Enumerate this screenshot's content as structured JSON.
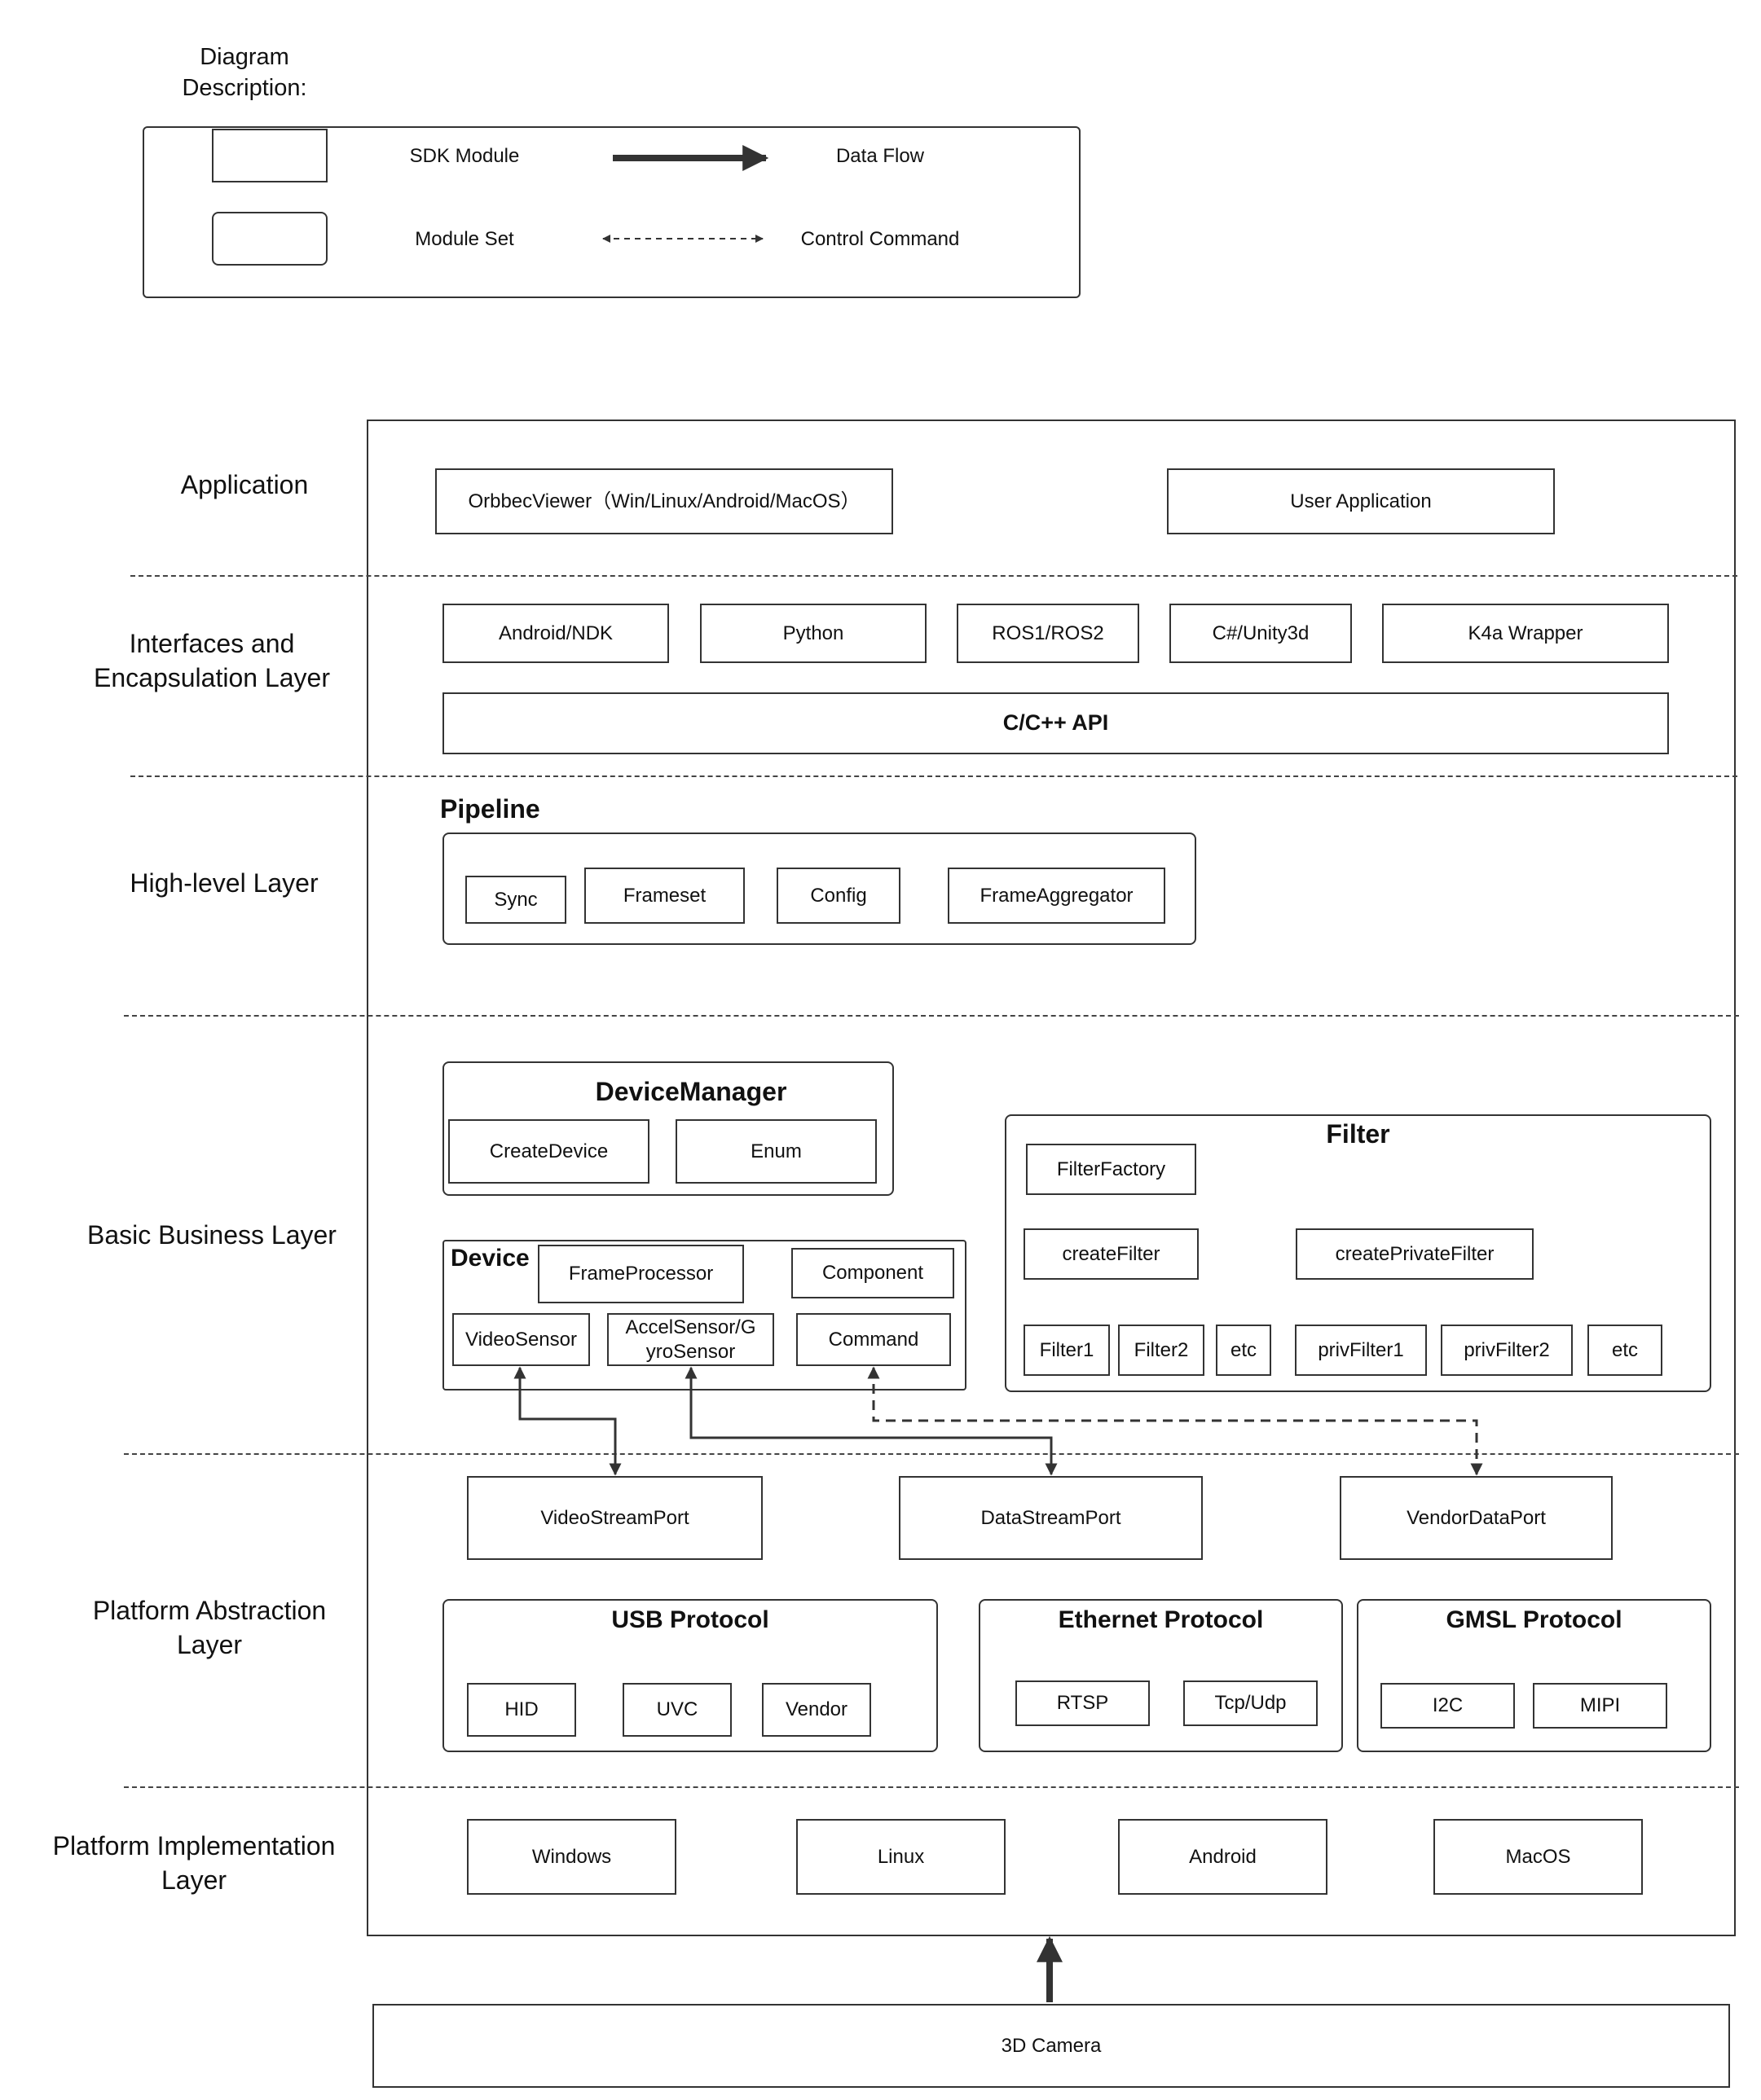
{
  "legend": {
    "title": "Diagram\nDescription:",
    "sdk_module": "SDK Module",
    "module_set": "Module Set",
    "data_flow": "Data Flow",
    "control_command": "Control Command"
  },
  "layers": {
    "application": "Application",
    "interfaces": "Interfaces and\nEncapsulation Layer",
    "high_level": "High-level Layer",
    "basic_business": "Basic Business Layer",
    "platform_abstraction": "Platform Abstraction\nLayer",
    "platform_implementation": "Platform Implementation\nLayer"
  },
  "application": {
    "viewer": "OrbbecViewer（Win/Linux/Android/MacOS）",
    "user_app": "User Application"
  },
  "interfaces": {
    "items": [
      "Android/NDK",
      "Python",
      "ROS1/ROS2",
      "C#/Unity3d",
      "K4a Wrapper"
    ],
    "api": "C/C++ API"
  },
  "pipeline": {
    "title": "Pipeline",
    "items": [
      "Sync",
      "Frameset",
      "Config",
      "FrameAggregator"
    ]
  },
  "device_manager": {
    "title": "DeviceManager",
    "items": [
      "CreateDevice",
      "Enum"
    ]
  },
  "device": {
    "title": "Device",
    "frame_processor": "FrameProcessor",
    "component": "Component",
    "video_sensor": "VideoSensor",
    "accel_sensor": "AccelSensor/G\nyroSensor",
    "command": "Command"
  },
  "filter": {
    "title": "Filter",
    "factory": "FilterFactory",
    "create_filter": "createFilter",
    "create_private_filter": "createPrivateFilter",
    "items": [
      "Filter1",
      "Filter2",
      "etc",
      "privFilter1",
      "privFilter2",
      "etc"
    ]
  },
  "ports": {
    "video": "VideoStreamPort",
    "data": "DataStreamPort",
    "vendor": "VendorDataPort"
  },
  "protocols": {
    "usb": {
      "title": "USB Protocol",
      "items": [
        "HID",
        "UVC",
        "Vendor"
      ]
    },
    "ethernet": {
      "title": "Ethernet Protocol",
      "items": [
        "RTSP",
        "Tcp/Udp"
      ]
    },
    "gmsl": {
      "title": "GMSL Protocol",
      "items": [
        "I2C",
        "MIPI"
      ]
    }
  },
  "platforms": [
    "Windows",
    "Linux",
    "Android",
    "MacOS"
  ],
  "camera": "3D Camera",
  "colors": {
    "line": "#333333",
    "dash": "#444444",
    "background": "#ffffff"
  }
}
